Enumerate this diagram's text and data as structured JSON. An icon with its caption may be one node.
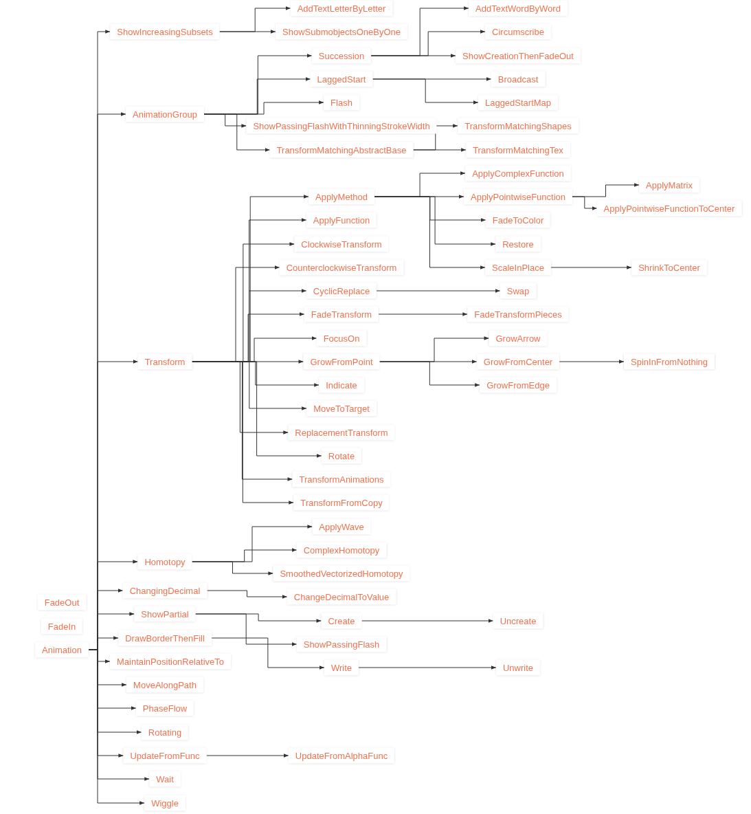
{
  "diagram": {
    "nodes": [
      {
        "text": [
          "AddTextLetterByLetter"
        ]
      },
      {
        "text": [
          "ShowIncreasingSubsets"
        ]
      },
      {
        "text": [
          "ShowSubmobjectsOneByOne"
        ]
      },
      {
        "text": [
          "AddTextWordByWord"
        ]
      },
      {
        "text": [
          "Circumscribe"
        ]
      },
      {
        "text": [
          "Succession"
        ]
      },
      {
        "text": [
          "ShowCreationThenFadeOut"
        ]
      },
      {
        "text": [
          "LaggedStart"
        ]
      },
      {
        "text": [
          "Broadcast"
        ]
      },
      {
        "text": [
          "Flash"
        ]
      },
      {
        "text": [
          "LaggedStartMap"
        ]
      },
      {
        "text": [
          "AnimationGroup"
        ]
      },
      {
        "text": [
          "ShowPassingFlashWithThinningStrokeWidth"
        ]
      },
      {
        "text": [
          "TransformMatchingShapes"
        ]
      },
      {
        "text": [
          "TransformMatchingAbstractBase"
        ]
      },
      {
        "text": [
          "TransformMatchingTex"
        ]
      },
      {
        "text": [
          "ApplyComplexFunction"
        ]
      },
      {
        "text": [
          "ApplyMatrix"
        ]
      },
      {
        "text": [
          "ApplyMethod"
        ]
      },
      {
        "text": [
          "ApplyPointwiseFunction"
        ]
      },
      {
        "text": [
          "ApplyPointwiseFunctionToCenter"
        ]
      },
      {
        "text": [
          "ApplyFunction"
        ]
      },
      {
        "text": [
          "FadeToColor"
        ]
      },
      {
        "text": [
          "ClockwiseTransform"
        ]
      },
      {
        "text": [
          "Restore"
        ]
      },
      {
        "text": [
          "CounterclockwiseTransform"
        ]
      },
      {
        "text": [
          "ScaleInPlace"
        ]
      },
      {
        "text": [
          "ShrinkToCenter"
        ]
      },
      {
        "text": [
          "CyclicReplace"
        ]
      },
      {
        "text": [
          "Swap"
        ]
      },
      {
        "text": [
          "FadeTransform"
        ]
      },
      {
        "text": [
          "FadeTransformPieces"
        ]
      },
      {
        "text": [
          "FocusOn"
        ]
      },
      {
        "text": [
          "GrowArrow"
        ]
      },
      {
        "text": [
          "Transform"
        ]
      },
      {
        "text": [
          "GrowFromPoint"
        ]
      },
      {
        "text": [
          "GrowFromCenter"
        ]
      },
      {
        "text": [
          "SpinInFromNothing"
        ]
      },
      {
        "text": [
          "Indicate"
        ]
      },
      {
        "text": [
          "GrowFromEdge"
        ]
      },
      {
        "text": [
          "MoveToTarget"
        ]
      },
      {
        "text": [
          "ReplacementTransform"
        ]
      },
      {
        "text": [
          "Rotate"
        ]
      },
      {
        "text": [
          "TransformAnimations"
        ]
      },
      {
        "text": [
          "TransformFromCopy"
        ]
      },
      {
        "text": [
          "ApplyWave"
        ]
      },
      {
        "text": [
          "ComplexHomotopy"
        ]
      },
      {
        "text": [
          "Homotopy"
        ]
      },
      {
        "text": [
          "SmoothedVectorizedHomotopy"
        ]
      },
      {
        "text": [
          "ChangingDecimal"
        ]
      },
      {
        "text": [
          "ChangeDecimalToValue"
        ]
      },
      {
        "text": [
          "FadeOut"
        ]
      },
      {
        "text": [
          "ShowPartial"
        ]
      },
      {
        "text": [
          "Create"
        ]
      },
      {
        "text": [
          "Uncreate"
        ]
      },
      {
        "text": [
          "FadeIn"
        ]
      },
      {
        "text": [
          "DrawBorderThenFill"
        ]
      },
      {
        "text": [
          "ShowPassingFlash"
        ]
      },
      {
        "text": [
          "Animation"
        ]
      },
      {
        "text": [
          "MaintainPositionRelativeTo"
        ]
      },
      {
        "text": [
          "Write"
        ]
      },
      {
        "text": [
          "Unwrite"
        ]
      },
      {
        "text": [
          "MoveAlongPath"
        ]
      },
      {
        "text": [
          "PhaseFlow"
        ]
      },
      {
        "text": [
          "Rotating"
        ]
      },
      {
        "text": [
          "UpdateFromFunc"
        ]
      },
      {
        "text": [
          "UpdateFromAlphaFunc"
        ]
      },
      {
        "text": [
          "Wait"
        ]
      },
      {
        "text": [
          "Wiggle"
        ]
      }
    ],
    "edges": [
      {
        "from": 58,
        "to": 1,
        "arrow": "to"
      },
      {
        "from": 58,
        "to": 11,
        "arrow": "to"
      },
      {
        "from": 58,
        "to": 34,
        "arrow": "to"
      },
      {
        "from": 58,
        "to": 47,
        "arrow": "to"
      },
      {
        "from": 58,
        "to": 49,
        "arrow": "to"
      },
      {
        "from": 58,
        "to": 52,
        "arrow": "to"
      },
      {
        "from": 58,
        "to": 56,
        "arrow": "to"
      },
      {
        "from": 58,
        "to": 59,
        "arrow": "to"
      },
      {
        "from": 58,
        "to": 62,
        "arrow": "to"
      },
      {
        "from": 58,
        "to": 63,
        "arrow": "to"
      },
      {
        "from": 58,
        "to": 64,
        "arrow": "to"
      },
      {
        "from": 58,
        "to": 65,
        "arrow": "to"
      },
      {
        "from": 58,
        "to": 67,
        "arrow": "to"
      },
      {
        "from": 58,
        "to": 68,
        "arrow": "to"
      },
      {
        "from": 1,
        "to": 0,
        "arrow": "to"
      },
      {
        "from": 1,
        "to": 2,
        "arrow": "to"
      },
      {
        "from": 11,
        "to": 5,
        "arrow": "to"
      },
      {
        "from": 11,
        "to": 7,
        "arrow": "to"
      },
      {
        "from": 11,
        "to": 9,
        "arrow": "to"
      },
      {
        "from": 11,
        "to": 12,
        "arrow": "to"
      },
      {
        "from": 11,
        "to": 14,
        "arrow": "to"
      },
      {
        "from": 5,
        "to": 3,
        "arrow": "to"
      },
      {
        "from": 5,
        "to": 4,
        "arrow": "to"
      },
      {
        "from": 5,
        "to": 6,
        "arrow": "to"
      },
      {
        "from": 7,
        "to": 8,
        "arrow": "to"
      },
      {
        "from": 7,
        "to": 10,
        "arrow": "to"
      },
      {
        "from": 14,
        "to": 13,
        "arrow": "to"
      },
      {
        "from": 14,
        "to": 15,
        "arrow": "to"
      },
      {
        "from": 34,
        "to": 18,
        "arrow": "to"
      },
      {
        "from": 34,
        "to": 21,
        "arrow": "to"
      },
      {
        "from": 34,
        "to": 23,
        "arrow": "to"
      },
      {
        "from": 34,
        "to": 25,
        "arrow": "to"
      },
      {
        "from": 34,
        "to": 28,
        "arrow": "to"
      },
      {
        "from": 34,
        "to": 30,
        "arrow": "to"
      },
      {
        "from": 34,
        "to": 32,
        "arrow": "to"
      },
      {
        "from": 34,
        "to": 35,
        "arrow": "to"
      },
      {
        "from": 34,
        "to": 38,
        "arrow": "to"
      },
      {
        "from": 34,
        "to": 40,
        "arrow": "to"
      },
      {
        "from": 34,
        "to": 41,
        "arrow": "to"
      },
      {
        "from": 34,
        "to": 42,
        "arrow": "to"
      },
      {
        "from": 34,
        "to": 43,
        "arrow": "to"
      },
      {
        "from": 34,
        "to": 44,
        "arrow": "to"
      },
      {
        "from": 18,
        "to": 16,
        "arrow": "to"
      },
      {
        "from": 18,
        "to": 19,
        "arrow": "to"
      },
      {
        "from": 18,
        "to": 22,
        "arrow": "to"
      },
      {
        "from": 18,
        "to": 24,
        "arrow": "to"
      },
      {
        "from": 18,
        "to": 26,
        "arrow": "to"
      },
      {
        "from": 19,
        "to": 17,
        "arrow": "to"
      },
      {
        "from": 19,
        "to": 20,
        "arrow": "to"
      },
      {
        "from": 26,
        "to": 27,
        "arrow": "to"
      },
      {
        "from": 28,
        "to": 29,
        "arrow": "to"
      },
      {
        "from": 30,
        "to": 31,
        "arrow": "to"
      },
      {
        "from": 35,
        "to": 33,
        "arrow": "to"
      },
      {
        "from": 35,
        "to": 36,
        "arrow": "to"
      },
      {
        "from": 35,
        "to": 39,
        "arrow": "to"
      },
      {
        "from": 36,
        "to": 37,
        "arrow": "to"
      },
      {
        "from": 47,
        "to": 45,
        "arrow": "to"
      },
      {
        "from": 47,
        "to": 46,
        "arrow": "to"
      },
      {
        "from": 47,
        "to": 48,
        "arrow": "to"
      },
      {
        "from": 49,
        "to": 50,
        "arrow": "to"
      },
      {
        "from": 52,
        "to": 53,
        "arrow": "to"
      },
      {
        "from": 52,
        "to": 57,
        "arrow": "to"
      },
      {
        "from": 53,
        "to": 54,
        "arrow": "to"
      },
      {
        "from": 56,
        "to": 60,
        "arrow": "to"
      },
      {
        "from": 60,
        "to": 61,
        "arrow": "to"
      },
      {
        "from": 65,
        "to": 66,
        "arrow": "to"
      }
    ]
  }
}
